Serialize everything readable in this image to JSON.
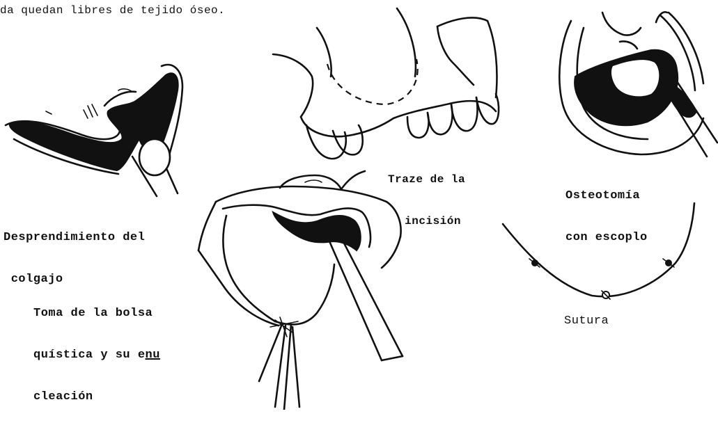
{
  "header_text": "da quedan libres de tejido óseo.",
  "figures": {
    "flap": {
      "caption_lines": [
        "Desprendimiento del",
        " colgajo"
      ]
    },
    "incision": {
      "caption_lines": [
        "Traze de la",
        "incisión"
      ]
    },
    "osteotomy": {
      "caption_lines": [
        "Osteotomía",
        "con escoplo"
      ]
    },
    "enucleation": {
      "caption_line1": "Toma de la bolsa",
      "caption_line2_prefix": "quística y su e",
      "caption_line2_underlined": "nu",
      "caption_line3": "cleación"
    },
    "suture": {
      "caption": "Sutura"
    }
  }
}
